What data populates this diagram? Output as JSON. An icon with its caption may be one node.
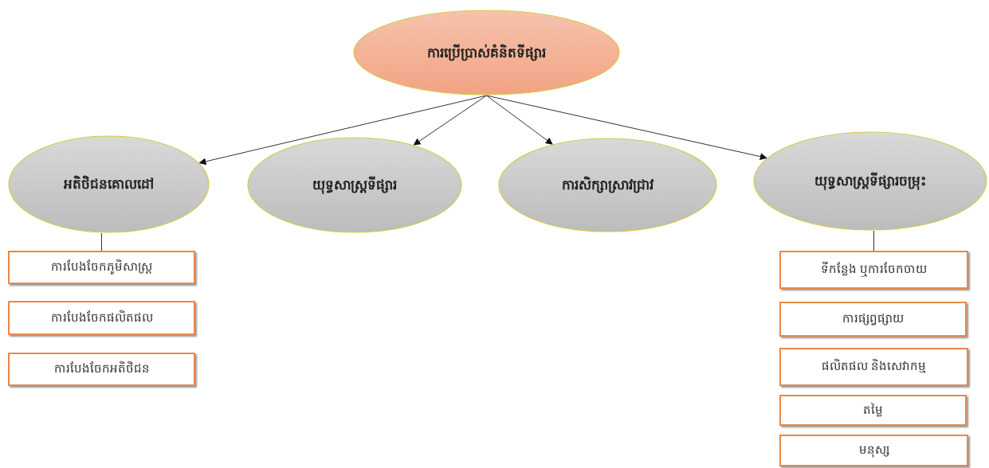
{
  "diagram": {
    "nodes": [
      {
        "text": [
          "ការប្រើប្រាស់គំនិតទីផ្សារ"
        ]
      },
      {
        "text": [
          "អតិថិជនគោលដៅ"
        ]
      },
      {
        "text": [
          "យុទ្ធសាស្ត្រទីផ្សារ"
        ]
      },
      {
        "text": [
          "ការសិក្សាស្រាវជ្រាវ"
        ]
      },
      {
        "text": [
          "យុទ្ធសាស្ត្រទីផ្សារចម្រុះ"
        ]
      },
      {
        "text": [
          "ការបែងចែកភូមិសាស្ត្រ"
        ]
      },
      {
        "text": [
          "ការបែងចែកផលិតផល"
        ]
      },
      {
        "text": [
          "ការបែងចែកអតិថិជន"
        ]
      },
      {
        "text": [
          "ទីកន្លែង ឬការចែកចាយ"
        ]
      },
      {
        "text": [
          "ការផ្សព្វផ្សាយ"
        ]
      },
      {
        "text": [
          "ផលិតផល និងសេវាកម្ម"
        ]
      },
      {
        "text": [
          "តម្លៃ"
        ]
      },
      {
        "text": [
          "មនុស្ស"
        ]
      }
    ],
    "edges": [
      {
        "from": 0,
        "to": 1,
        "arrow": "to"
      },
      {
        "from": 0,
        "to": 2,
        "arrow": "to"
      },
      {
        "from": 0,
        "to": 3,
        "arrow": "to"
      },
      {
        "from": 0,
        "to": 4,
        "arrow": "to"
      },
      {
        "from": 1,
        "to": 5,
        "arrow": "none"
      },
      {
        "from": 4,
        "to": 8,
        "arrow": "none"
      }
    ]
  }
}
